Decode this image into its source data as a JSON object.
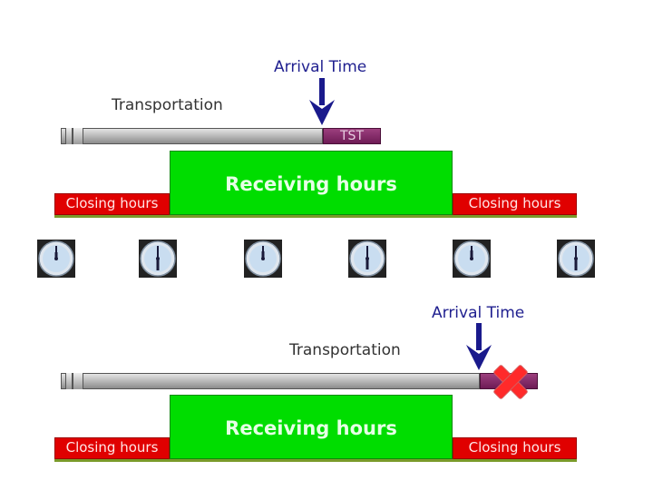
{
  "top": {
    "arrival_label": "Arrival Time",
    "transport_label": "Transportation",
    "tst_label": "TST",
    "receiving_label": "Receiving hours",
    "closing_left_label": "Closing hours",
    "closing_right_label": "Closing hours"
  },
  "bottom": {
    "arrival_label": "Arrival Time",
    "transport_label": "Transportation",
    "receiving_label": "Receiving hours",
    "closing_left_label": "Closing hours",
    "closing_right_label": "Closing hours"
  },
  "clocks": {
    "count": 6,
    "icon": "clock-icon"
  },
  "colors": {
    "arrival_text": "#1f1f8f",
    "arrow": "#1a1a8c",
    "receiving": "#00dd00",
    "closing": "#e00000",
    "tst": "#6e1b55",
    "reject_cross": "#ff2a2a"
  }
}
